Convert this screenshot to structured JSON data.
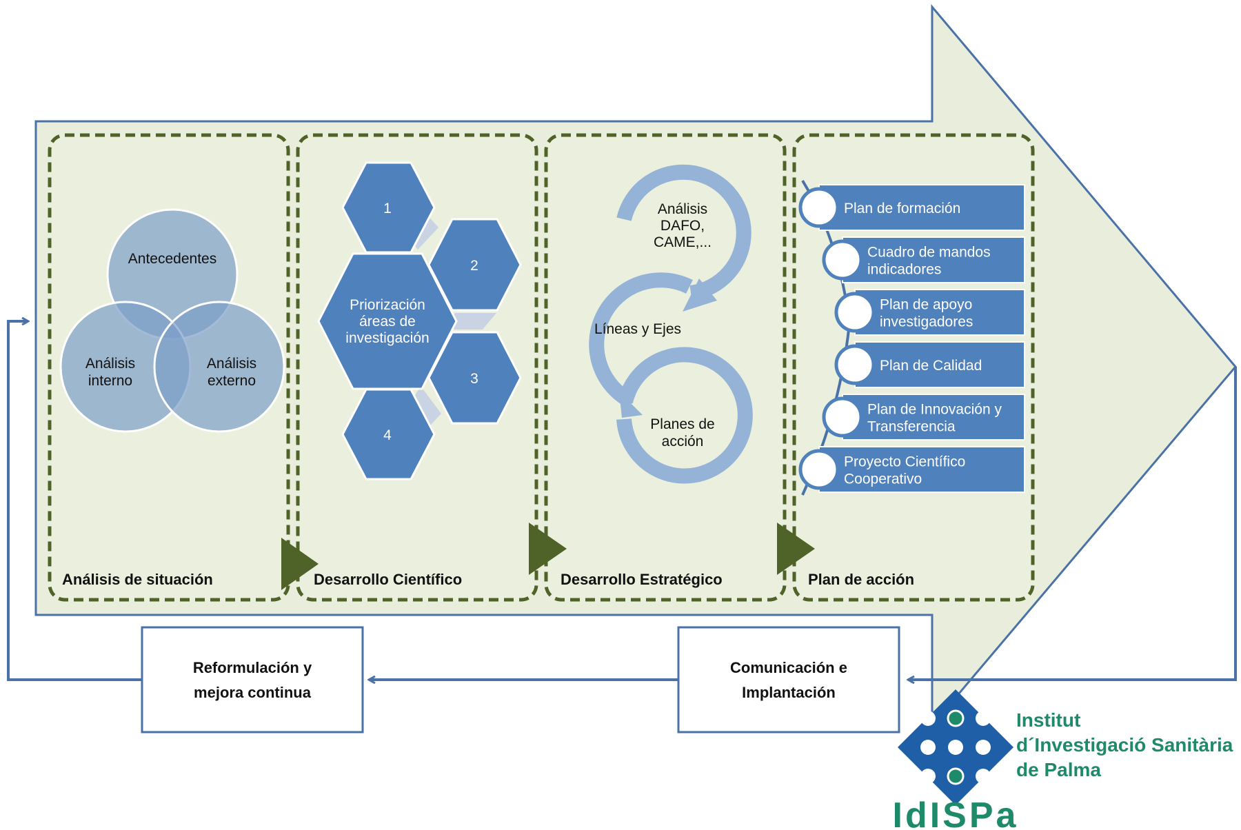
{
  "colors": {
    "arrow_fill": "#e9eedc",
    "arrow_stroke": "#4a72a8",
    "stage_border": "#4f6228",
    "stage_fill": "#eaf0dd",
    "blue": "#4f81bd",
    "light_blue": "#95b3d7",
    "logo_blue": "#1f5fa8",
    "logo_green": "#1e8a6a"
  },
  "stages": [
    {
      "title": "Análisis de situación"
    },
    {
      "title": "Desarrollo Científico"
    },
    {
      "title": "Desarrollo Estratégico"
    },
    {
      "title": "Plan de acción"
    }
  ],
  "venn": {
    "top": "Antecedentes",
    "left": [
      "Análisis",
      "interno"
    ],
    "right": [
      "Análisis",
      "externo"
    ]
  },
  "hexagons": {
    "center": [
      "Priorización",
      "áreas de",
      "investigación"
    ],
    "items": [
      "1",
      "2",
      "3",
      "4"
    ]
  },
  "cycle": {
    "top": [
      "Análisis",
      "DAFO,",
      "CAME,..."
    ],
    "middle": "Líneas  y Ejes",
    "bottom": [
      "Planes de",
      "acción"
    ]
  },
  "plans": [
    [
      "Plan de formación"
    ],
    [
      "Cuadro de mandos",
      "indicadores"
    ],
    [
      "Plan de apoyo",
      "investigadores"
    ],
    [
      "Plan de Calidad"
    ],
    [
      "Plan de Innovación y",
      "Transferencia"
    ],
    [
      "Proyecto Científico",
      "Cooperativo"
    ]
  ],
  "feedback": {
    "right_box": [
      "Comunicación e",
      "Implantación"
    ],
    "left_box": [
      "Reformulación y",
      "mejora continua"
    ]
  },
  "logo": {
    "lines": [
      "Institut",
      "d´Investigació Sanitària",
      "de Palma"
    ],
    "acronym": "IdISPa"
  }
}
